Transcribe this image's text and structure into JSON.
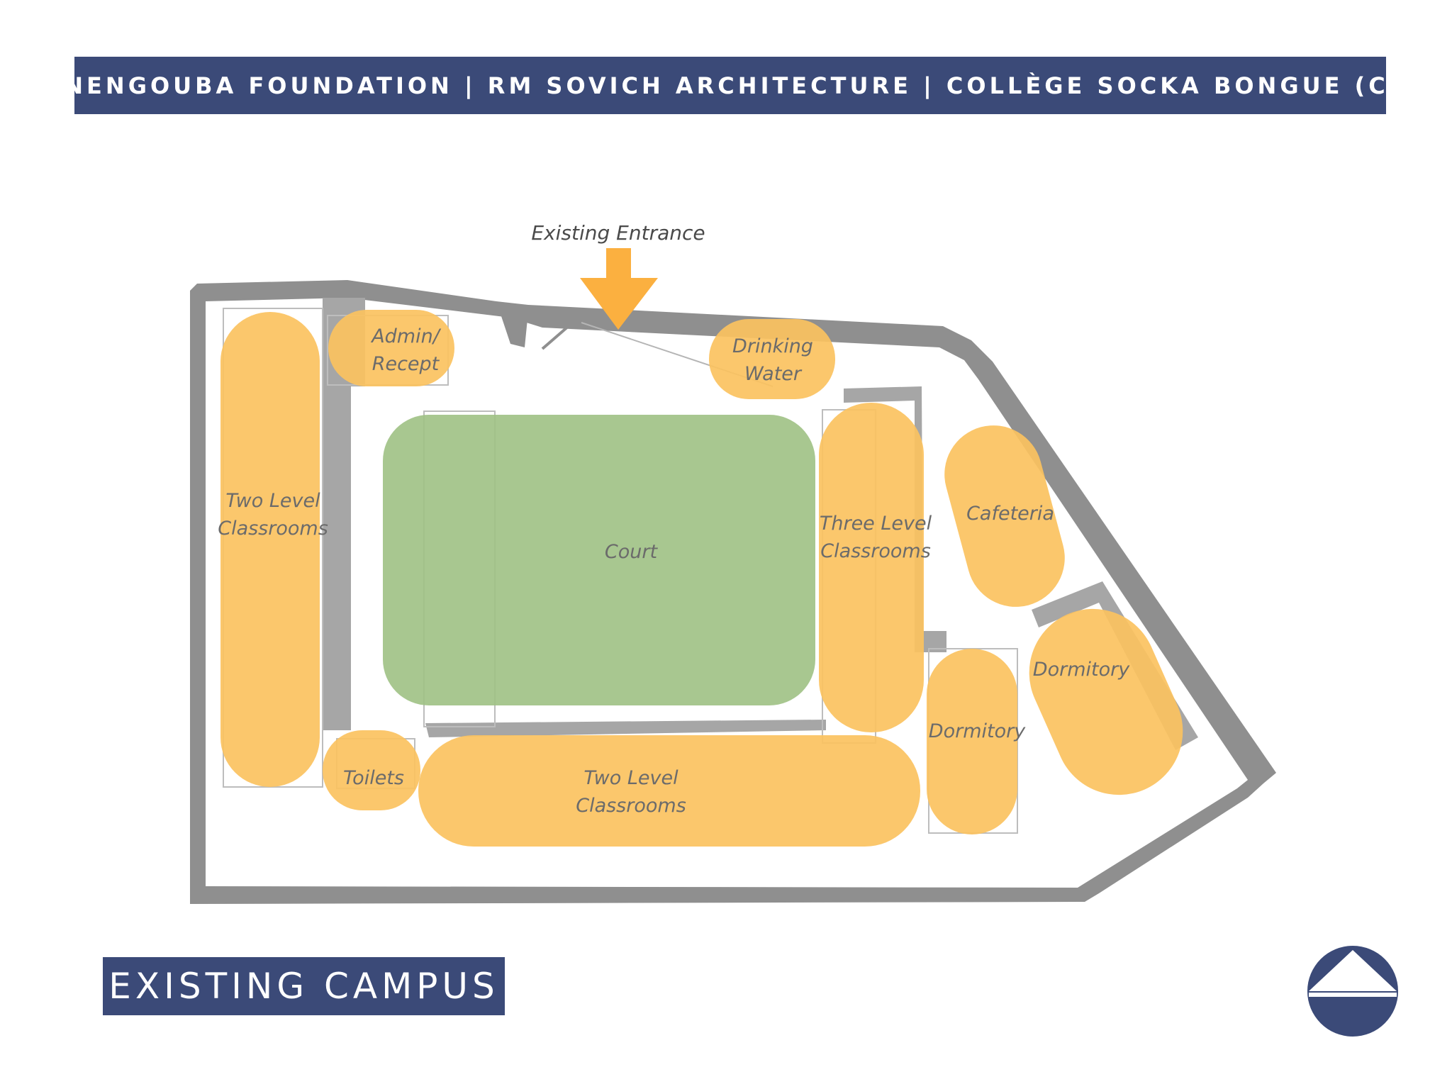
{
  "header": {
    "text": "MANENGOUBA FOUNDATION | RM SOVICH ARCHITECTURE | COLLÈGE SOCKA BONGUE (CSB)"
  },
  "title": "EXISTING CAMPUS",
  "entrance": {
    "label": "Existing Entrance"
  },
  "zones": {
    "admin": {
      "line1": "Admin/",
      "line2": "Recept"
    },
    "drinking_water": {
      "line1": "Drinking",
      "line2": "Water"
    },
    "two_level_west": {
      "line1": "Two Level",
      "line2": "Classrooms"
    },
    "court": {
      "line1": "Court"
    },
    "three_level": {
      "line1": "Three Level",
      "line2": "Classrooms"
    },
    "cafeteria": {
      "line1": "Cafeteria"
    },
    "dormitory_east": {
      "line1": "Dormitory"
    },
    "dormitory_center": {
      "line1": "Dormitory"
    },
    "toilets": {
      "line1": "Toilets"
    },
    "two_level_south": {
      "line1": "Two Level",
      "line2": "Classrooms"
    }
  },
  "colors": {
    "brand_navy": "#3b4a78",
    "building": "#fbc25f",
    "court": "#9fc184",
    "wall": "#8f8f8f",
    "arrow": "#fbb040"
  },
  "icons": {
    "logo": "triangle-in-circle-logo"
  }
}
